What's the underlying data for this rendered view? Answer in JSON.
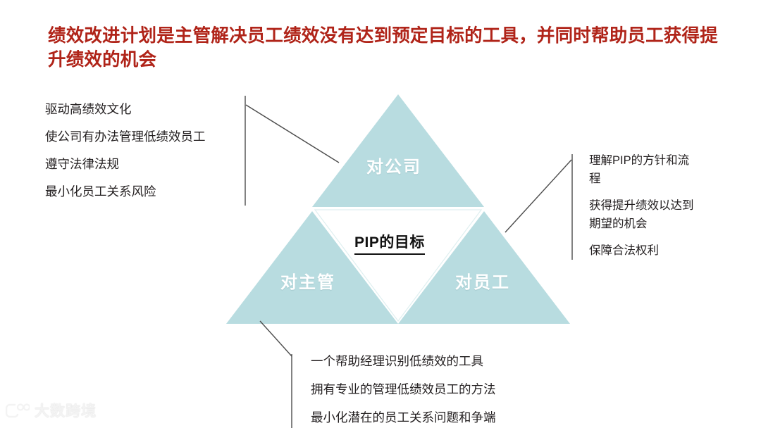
{
  "slide": {
    "title": "绩效改进计划是主管解决员工绩效没有达到预定目标的工具，并同时帮助员工获得提升绩效的机会",
    "title_color": "#b02419",
    "background_color": "#ffffff"
  },
  "diagram": {
    "type": "triangle-3-segment",
    "accent_color": "#b8dce0",
    "divider_color": "#ffffff",
    "connector_color": "#4d4d4d",
    "center": {
      "label": "PIP的目标",
      "underlined": true,
      "color": "#111111"
    },
    "segments": [
      {
        "id": "company",
        "label": "对公司",
        "position": "top",
        "text_color": "#ffffff",
        "fill": "#b8dce0"
      },
      {
        "id": "manager",
        "label": "对主管",
        "position": "bottom-left",
        "text_color": "#ffffff",
        "fill": "#b8dce0"
      },
      {
        "id": "employee",
        "label": "对员工",
        "position": "bottom-right",
        "text_color": "#ffffff",
        "fill": "#b8dce0"
      }
    ]
  },
  "callouts": {
    "company": {
      "target": "对公司",
      "side": "left",
      "items": [
        {
          "lines": [
            "驱动高绩效文化"
          ]
        },
        {
          "lines": [
            "使公司有办法管理低绩效员工"
          ]
        },
        {
          "lines": [
            "遵守法律法规"
          ]
        },
        {
          "lines": [
            "最小化员工关系风险"
          ]
        }
      ]
    },
    "employee": {
      "target": "对员工",
      "side": "right",
      "items": [
        {
          "lines": [
            "理解PIP的方针和流",
            "程"
          ]
        },
        {
          "lines": [
            "获得提升绩效以达到",
            "期望的机会"
          ]
        },
        {
          "lines": [
            "保障合法权利"
          ]
        }
      ]
    },
    "manager": {
      "target": "对主管",
      "side": "bottom",
      "items": [
        {
          "lines": [
            "一个帮助经理识别低绩效的工具"
          ]
        },
        {
          "lines": [
            "拥有专业的管理低绩效员工的方法"
          ]
        },
        {
          "lines": [
            "最小化潜在的员工关系问题和争端"
          ]
        }
      ]
    }
  },
  "watermark": {
    "text": "大数跨境",
    "logo_icon": "dashukuajing-logo-icon",
    "color": "#f2f2f2"
  }
}
